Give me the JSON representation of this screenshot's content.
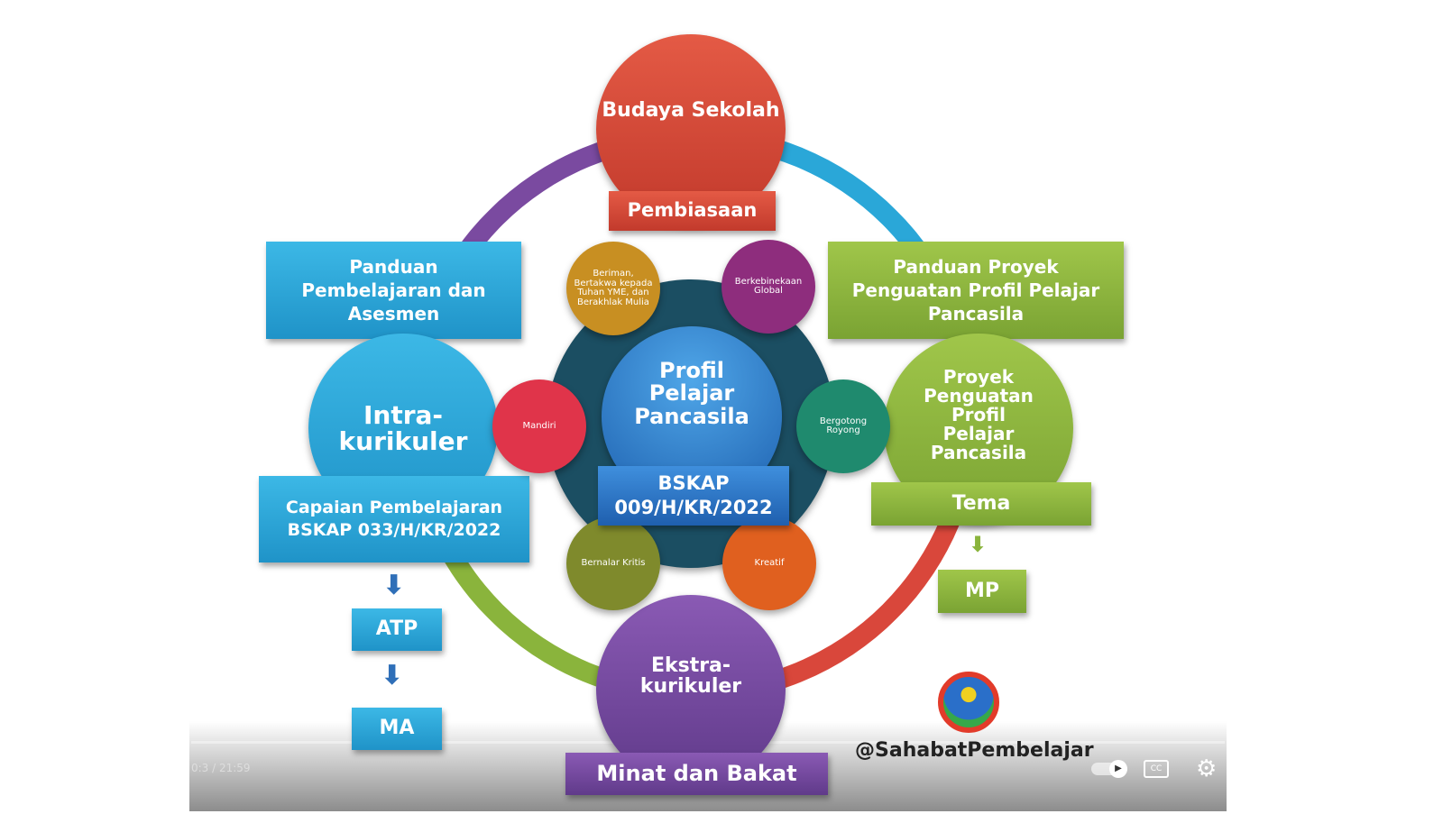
{
  "diagram": {
    "top_circle": "Budaya Sekolah",
    "top_box": "Pembiasaan",
    "left_box": "Panduan Pembelajaran dan Asesmen",
    "left_circle": "Intra-kurikuler",
    "left_cp": "Capaian Pembelajaran BSKAP 033/H/KR/2022",
    "atp": "ATP",
    "ma": "MA",
    "right_box": "Panduan Proyek Penguatan Profil Pelajar Pancasila",
    "right_circle": "Proyek Penguatan Profil Pelajar Pancasila",
    "tema": "Tema",
    "mp": "MP",
    "bottom_circle": "Ekstra-kurikuler",
    "bottom_box": "Minat dan Bakat",
    "center_circle": "Profil Pelajar Pancasila",
    "center_box": "BSKAP 009/H/KR/2022",
    "dims": {
      "beriman": "Beriman, Bertakwa kepada Tuhan YME, dan Berakhlak Mulia",
      "kebinekaan": "Berkebinekaan Global",
      "mandiri": "Mandiri",
      "gotong": "Bergotong Royong",
      "nalar": "Bernalar Kritis",
      "kreatif": "Kreatif"
    },
    "watermark": "@SahabatPembelajar"
  },
  "player": {
    "time": "0:3 / 21:59"
  }
}
